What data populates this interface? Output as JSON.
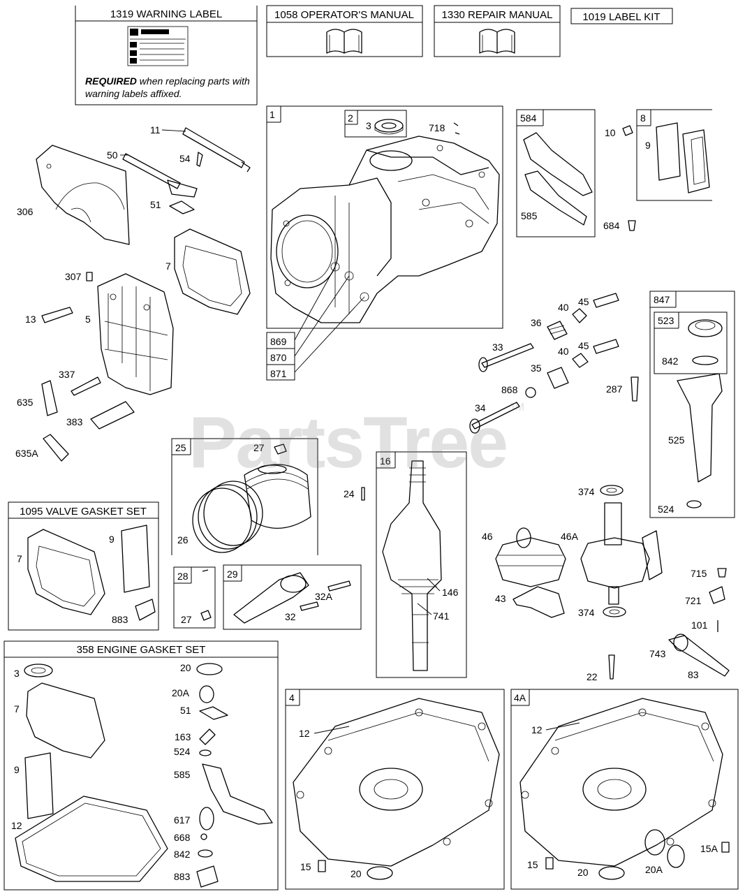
{
  "watermark": {
    "text": "PartsTree",
    "mark": "TM"
  },
  "top_boxes": {
    "warning_label": "1319 WARNING LABEL",
    "warning_required": "REQUIRED",
    "warning_note": " when replacing parts with warning labels affixed.",
    "operators_manual": "1058 OPERATOR'S MANUAL",
    "repair_manual": "1330 REPAIR MANUAL",
    "label_kit": "1019 LABEL KIT"
  },
  "sets": {
    "valve_gasket_set": "1095 VALVE GASKET SET",
    "engine_gasket_set": "358 ENGINE GASKET SET"
  },
  "box_numbers": {
    "b1": "1",
    "b2": "2",
    "b584": "584",
    "b8": "8",
    "b847": "847",
    "b523": "523",
    "b25": "25",
    "b16": "16",
    "b28": "28",
    "b29": "29",
    "b4": "4",
    "b4a": "4A",
    "c869": "869",
    "c870": "870",
    "c871": "871"
  },
  "callouts": {
    "l11": "11",
    "l50": "50",
    "l54": "54",
    "l306": "306",
    "l51": "51",
    "l7": "7",
    "l307": "307",
    "l13": "13",
    "l5": "5",
    "l337": "337",
    "l635": "635",
    "l383": "383",
    "l635a": "635A",
    "l3": "3",
    "l718": "718",
    "l585": "585",
    "l684": "684",
    "l10": "10",
    "l9": "9",
    "l45a": "45",
    "l40a": "40",
    "l36": "36",
    "l33": "33",
    "l40b": "40",
    "l45b": "45",
    "l35": "35",
    "l868": "868",
    "l34": "34",
    "l287": "287",
    "l842": "842",
    "l525": "525",
    "l524": "524",
    "l27a": "27",
    "l26": "26",
    "l24": "24",
    "l146": "146",
    "l741": "741",
    "l28in": "27",
    "l32a": "32A",
    "l32": "32",
    "l374a": "374",
    "l46": "46",
    "l46a": "46A",
    "l43": "43",
    "l374b": "374",
    "l715": "715",
    "l721": "721",
    "l101": "101",
    "l743": "743",
    "l83": "83",
    "l22": "22",
    "vg7": "7",
    "vg9": "9",
    "vg883": "883",
    "eg3": "3",
    "eg7": "7",
    "eg9": "9",
    "eg12": "12",
    "eg20": "20",
    "eg20a": "20A",
    "eg51": "51",
    "eg163": "163",
    "eg524": "524",
    "eg585": "585",
    "eg617": "617",
    "eg668": "668",
    "eg842": "842",
    "eg883": "883",
    "c4_12": "12",
    "c4_15": "15",
    "c4_20": "20",
    "c4a_12": "12",
    "c4a_15": "15",
    "c4a_20": "20",
    "c4a_20a": "20A",
    "c4a_15a": "15A"
  }
}
